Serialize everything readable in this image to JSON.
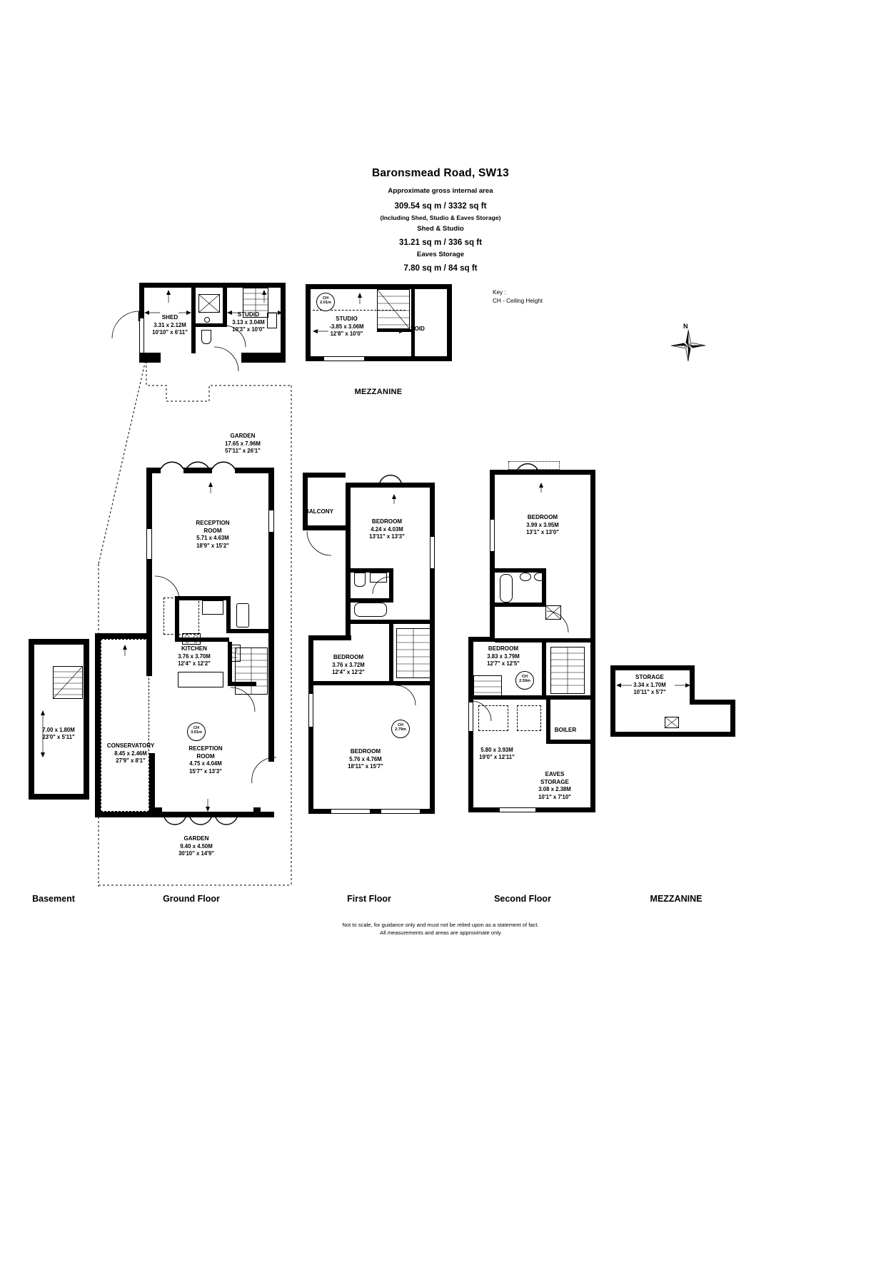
{
  "header": {
    "title": "Baronsmead Road, SW13",
    "approx_label": "Approximate gross internal area",
    "total_area": "309.54 sq m /  3332 sq ft",
    "including_note": "(Including Shed, Studio & Eaves Storage)",
    "shed_studio_label": "Shed & Studio",
    "shed_studio_area": "31.21 sq m /  336 sq ft",
    "eaves_label": "Eaves Storage",
    "eaves_area": "7.80 sq m /  84 sq ft"
  },
  "key": {
    "line1": "Key :",
    "line2": "CH - Ceiling Height"
  },
  "compass": {
    "north_label": "N"
  },
  "floor_labels": {
    "basement": "Basement",
    "ground": "Ground Floor",
    "first": "First Floor",
    "second": "Second Floor",
    "mezzanine_right": "MEZZANINE",
    "mezzanine_top": "MEZZANINE"
  },
  "footer": {
    "line1": "Not to scale, for guidance only and must not be relied upon as a statement of fact.",
    "line2": "All measurements and areas are approximate only"
  },
  "outbuilding": {
    "shed": {
      "name": "SHED",
      "metric": "3.31 x 2.12M",
      "imperial": "10'10\" x 6'11\""
    },
    "studio": {
      "name": "STUDIO",
      "metric": "3.13 x 3.04M",
      "imperial": "10'3\" x 10'0\""
    }
  },
  "mezzanine_top": {
    "studio": {
      "name": "STUDIO",
      "metric": "-3.85 x 3.06M",
      "imperial": "12'8\" x 10'0\""
    },
    "void": {
      "name": "VOID"
    },
    "ch": {
      "label": "CH",
      "value": "2.01m"
    }
  },
  "basement": {
    "room": {
      "metric": "7.00 x 1.80M",
      "imperial": "23'0\" x 5'11\""
    }
  },
  "ground": {
    "garden_rear": {
      "name": "GARDEN",
      "metric": "17.65 x 7.96M",
      "imperial": "57'11\" x 26'1\""
    },
    "garden_front": {
      "name": "GARDEN",
      "metric": "9.40 x 4.50M",
      "imperial": "30'10\" x 14'9\""
    },
    "reception_room_1": {
      "name1": "RECEPTION",
      "name2": "ROOM",
      "metric": "5.71 x 4.63M",
      "imperial": "18'9\" x 15'2\""
    },
    "kitchen": {
      "name": "KITCHEN",
      "metric": "3.76 x 3.70M",
      "imperial": "12'4\" x 12'2\""
    },
    "conservatory": {
      "name": "CONSERVATORY",
      "metric": "8.45 x 2.46M",
      "imperial": "27'9\" x 8'1\""
    },
    "reception_room_2": {
      "name1": "RECEPTION",
      "name2": "ROOM",
      "metric": "4.75 x 4.04M",
      "imperial": "15'7\" x 13'3\""
    },
    "ch": {
      "label": "CH",
      "value": "3.01m"
    }
  },
  "first": {
    "balcony": {
      "name": "BALCONY"
    },
    "bedroom_1": {
      "name": "BEDROOM",
      "metric": "4.24 x 4.03M",
      "imperial": "13'11\" x 13'3\""
    },
    "bedroom_2": {
      "name": "BEDROOM",
      "metric": "3.76 x 3.72M",
      "imperial": "12'4\" x 12'2\""
    },
    "bedroom_3": {
      "name": "BEDROOM",
      "metric": "5.76 x 4.76M",
      "imperial": "18'11\" x 15'7\""
    },
    "ch": {
      "label": "CH",
      "value": "2.79m"
    }
  },
  "second": {
    "bedroom_1": {
      "name": "BEDROOM",
      "metric": "3.99 x 3.95M",
      "imperial": "13'1\" x 13'0\""
    },
    "bedroom_2": {
      "name": "BEDROOM",
      "metric": "3.83 x 3.79M",
      "imperial": "12'7\" x 12'5\""
    },
    "bedroom_3": {
      "metric": "5.80 x 3.93M",
      "imperial": "19'0\" x 12'11\""
    },
    "boiler": {
      "name": "BOILER"
    },
    "eaves_storage": {
      "name1": "EAVES",
      "name2": "STORAGE",
      "metric": "3.08 x 2.38M",
      "imperial": "10'1\" x 7'10\""
    },
    "ch": {
      "label": "CH",
      "value": "2.59m"
    }
  },
  "mezzanine_right": {
    "storage": {
      "name": "STORAGE",
      "metric": "3.34 x 1.70M",
      "imperial": "10'11\" x 5'7\""
    }
  }
}
